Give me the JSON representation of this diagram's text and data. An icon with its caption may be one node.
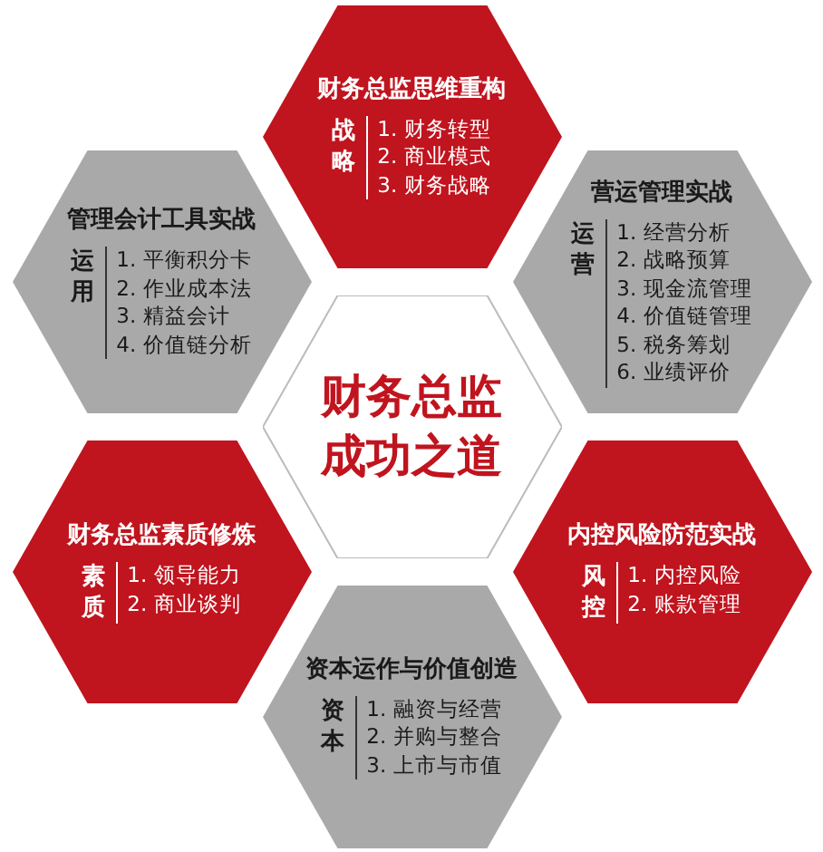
{
  "diagram": {
    "nodes": [
      {
        "text": [
          "财务总监成功之道"
        ]
      },
      {
        "text": [
          "财务总监思维重构",
          "战略",
          "1. 财务转型",
          "2. 商业模式",
          "3. 财务战略"
        ]
      },
      {
        "text": [
          "营运管理实战",
          "运营",
          "1. 经营分析",
          "2. 战略预算",
          "3. 现金流管理",
          "4. 价值链管理",
          "5. 税务筹划",
          "6. 业绩评价"
        ]
      },
      {
        "text": [
          "内控风险防范实战",
          "风控",
          "1. 内控风险",
          "2. 账款管理"
        ]
      },
      {
        "text": [
          "资本运作与价值创造",
          "资本",
          "1. 融资与经营",
          "2. 并购与整合",
          "3. 上市与市值"
        ]
      },
      {
        "text": [
          "财务总监素质修炼",
          "素质",
          "1. 领导能力",
          "2. 商业谈判"
        ]
      },
      {
        "text": [
          "管理会计工具实战",
          "运用",
          "1. 平衡积分卡",
          "2. 作业成本法",
          "3. 精益会计",
          "4. 价值链分析"
        ]
      }
    ]
  }
}
